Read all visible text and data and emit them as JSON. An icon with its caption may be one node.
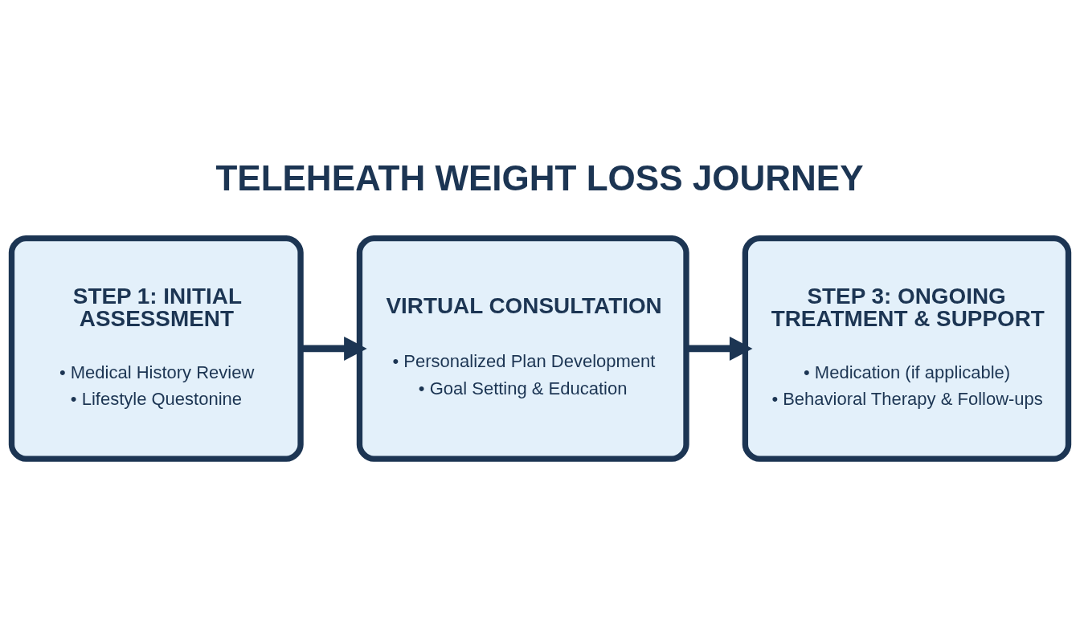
{
  "diagram": {
    "title": "TELEHEATH WEIGHT LOSS JOURNEY",
    "nodes": [
      {
        "text": [
          "STEP 1: INITIAL ASSESSMENT",
          "• Medical History Review",
          "• Lifestyle Questonine"
        ]
      },
      {
        "text": [
          "VIRTUAL CONSULTATION",
          "• Personalized Plan Development",
          "• Goal Setting & Education"
        ]
      },
      {
        "text": [
          "STEP 3: ONGOING TREATMENT & SUPPORT",
          "• Medication (if applicable)",
          "• Behavioral Therapy & Follow-ups"
        ]
      }
    ],
    "edges": [
      {
        "from": 0,
        "to": 1,
        "arrow": "to"
      },
      {
        "from": 1,
        "to": 2,
        "arrow": "to"
      }
    ]
  }
}
